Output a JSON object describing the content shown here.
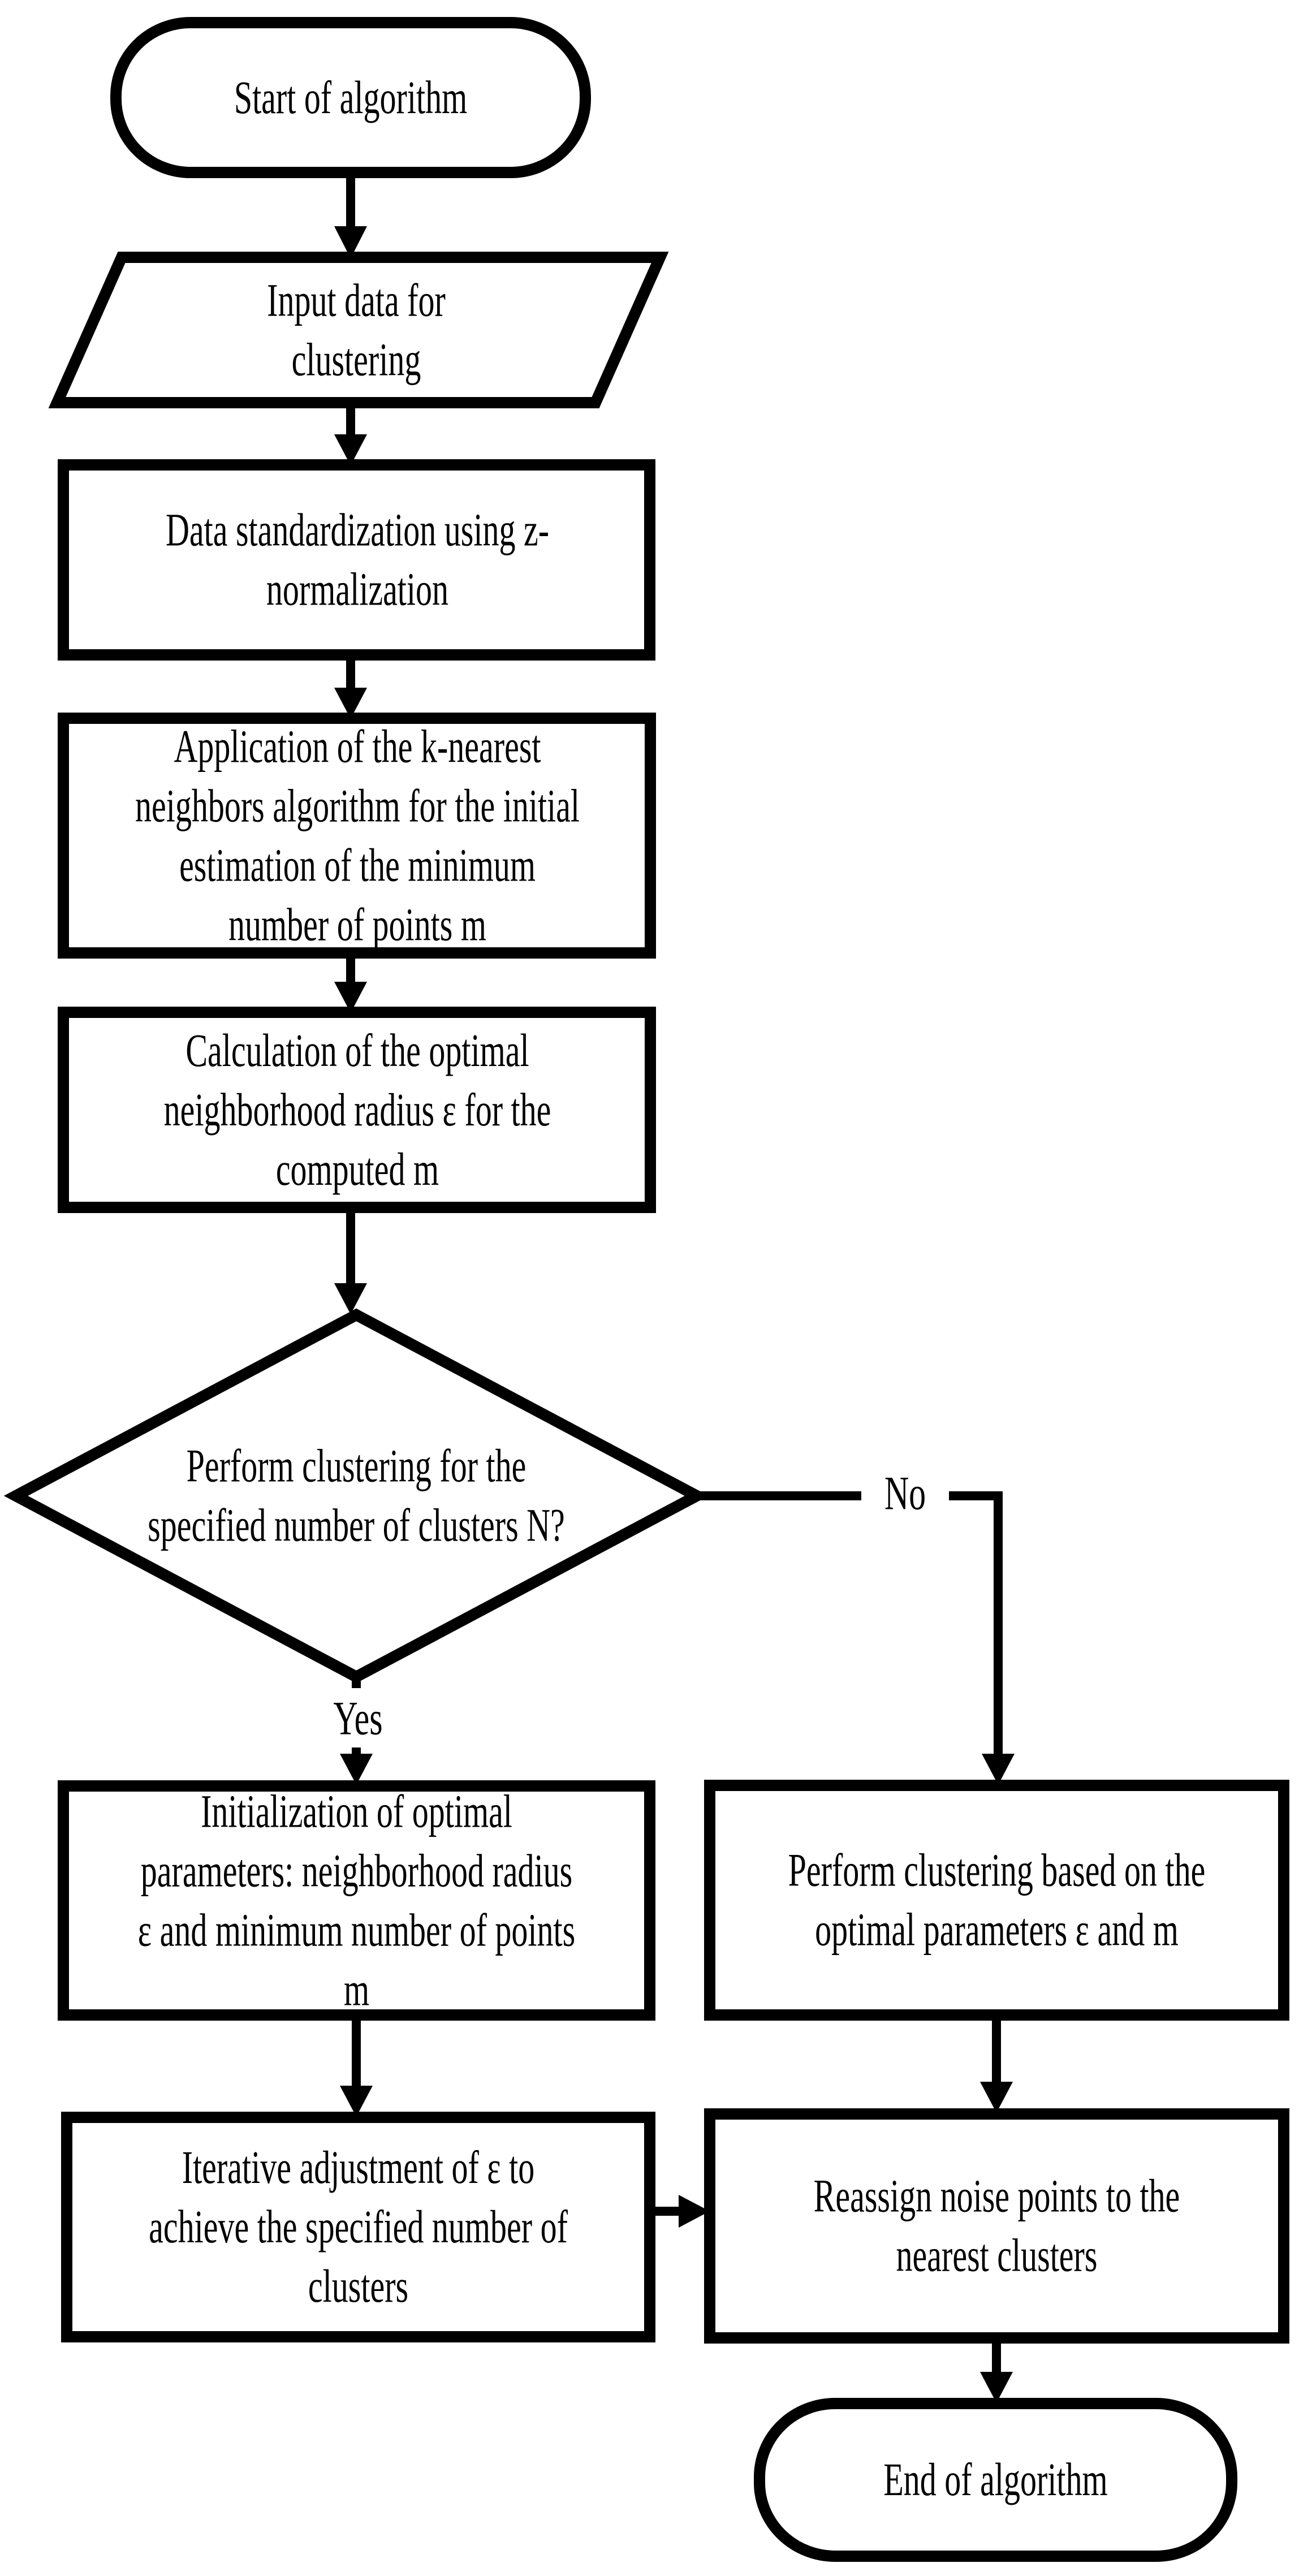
{
  "diagram": {
    "title": "Clustering algorithm flowchart",
    "colors": {
      "stroke": "#000000",
      "fill": "#ffffff",
      "text": "#000000"
    },
    "nodes": {
      "start": {
        "type": "terminator",
        "label": "Start of algorithm"
      },
      "input": {
        "type": "parallelogram",
        "label": "Input data for\nclustering"
      },
      "standardize": {
        "type": "process",
        "label": "Data standardization using z-\nnormalization"
      },
      "knn": {
        "type": "process",
        "label": "Application of the k-nearest\nneighbors algorithm for the initial\nestimation of the minimum\nnumber of points m"
      },
      "radius": {
        "type": "process",
        "label": "Calculation of the optimal\nneighborhood radius ε for the\ncomputed m"
      },
      "decision": {
        "type": "decision",
        "label": "Perform clustering for the\nspecified number of clusters N?"
      },
      "init": {
        "type": "process",
        "label": "Initialization of optimal\nparameters: neighborhood radius\nε and minimum number of points\nm"
      },
      "perform": {
        "type": "process",
        "label": "Perform clustering based on the\noptimal parameters ε and m"
      },
      "iterate": {
        "type": "process",
        "label": "Iterative adjustment of ε to\nachieve the specified number of\nclusters"
      },
      "reassign": {
        "type": "process",
        "label": "Reassign noise points to the\nnearest clusters"
      },
      "end": {
        "type": "terminator",
        "label": "End of algorithm"
      }
    },
    "edges": {
      "yes_label": "Yes",
      "no_label": "No"
    }
  }
}
